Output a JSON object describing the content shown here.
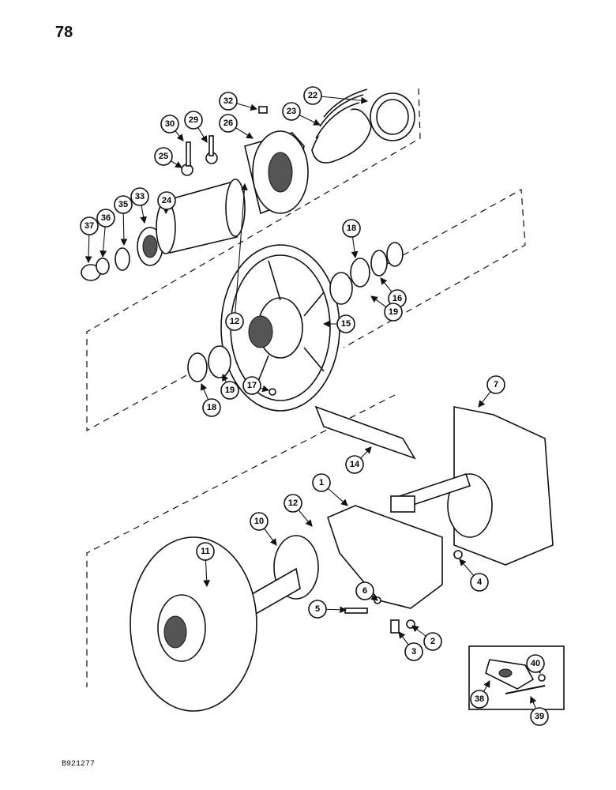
{
  "page_number": "78",
  "figure_code": "B921277",
  "callouts": [
    "1",
    "2",
    "3",
    "4",
    "5",
    "6",
    "7",
    "10",
    "11",
    "12",
    "12",
    "14",
    "15",
    "16",
    "17",
    "18",
    "18",
    "19",
    "19",
    "22",
    "23",
    "24",
    "25",
    "26",
    "29",
    "30",
    "32",
    "33",
    "35",
    "36",
    "37",
    "38",
    "39",
    "40"
  ],
  "icons": {
    "spring": "coil-spring-icon",
    "pulley": "pulley-icon",
    "gearbox": "gearbox-icon"
  }
}
